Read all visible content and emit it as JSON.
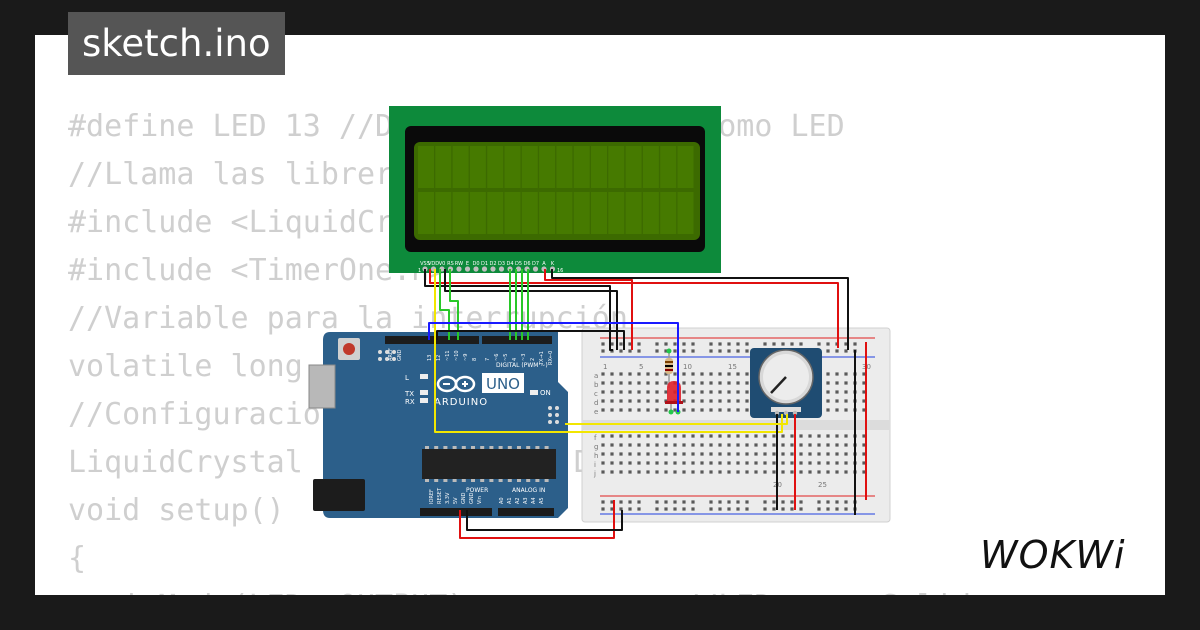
{
  "window": {
    "title": "sketch.ino"
  },
  "code_lines": [
    "#define LED 13 //Declara el pin 13 como LED",
    "//Llama las librerias",
    "#include <LiquidCrystal.h>",
    "#include <TimerOne.h>",
    "//Variable para la interrupción",
    "volatile long",
    "//Configuracion",
    "LiquidCrystal lcd(RS, E, D4,D5, D6",
    "void setup()",
    "{",
    "  pinMode(LED, OUTPUT);           //LED como Salida"
  ],
  "lcd": {
    "pin_labels": [
      "VSS",
      "VDD",
      "V0",
      "RS",
      "RW",
      "E",
      "D0",
      "D1",
      "D2",
      "D3",
      "D4",
      "D5",
      "D6",
      "D7",
      "A",
      "K"
    ],
    "pin_first": "1",
    "pin_last": "16"
  },
  "arduino": {
    "brand": "ARDUINO",
    "model": "UNO",
    "digital_label": "DIGITAL (PWM ~)",
    "analog_label": "ANALOG IN",
    "power_label": "POWER",
    "on_label": "ON",
    "l_label": "L",
    "tx_label": "TX",
    "rx_label": "RX",
    "top_pins": [
      "AREF",
      "GND",
      "13",
      "12",
      "~11",
      "~10",
      "~9",
      "8",
      "7",
      "~6",
      "~5",
      "4",
      "~3",
      "2",
      "TX→1",
      "RX←0"
    ],
    "power_pins": [
      "IOREF",
      "RESET",
      "3.3V",
      "5V",
      "GND",
      "GND",
      "Vin"
    ],
    "analog_pins": [
      "A0",
      "A1",
      "A2",
      "A3",
      "A4",
      "A5"
    ]
  },
  "breadboard": {
    "rows_top": [
      "a",
      "b",
      "c",
      "d",
      "e"
    ],
    "rows_bottom": [
      "f",
      "g",
      "h",
      "i",
      "j"
    ],
    "col_numbers": [
      "1",
      "5",
      "10",
      "15",
      "20",
      "25",
      "30"
    ]
  },
  "brand": {
    "logo_text": "WOKWi"
  },
  "colors": {
    "wire_red": "#e01010",
    "wire_black": "#111111",
    "wire_yellow": "#f2e600",
    "wire_green": "#28c828",
    "wire_blue": "#1a1aff",
    "arduino_blue": "#2c5f8a",
    "lcd_pcb": "#0d8a3b",
    "lcd_screen": "#3c6a00"
  }
}
